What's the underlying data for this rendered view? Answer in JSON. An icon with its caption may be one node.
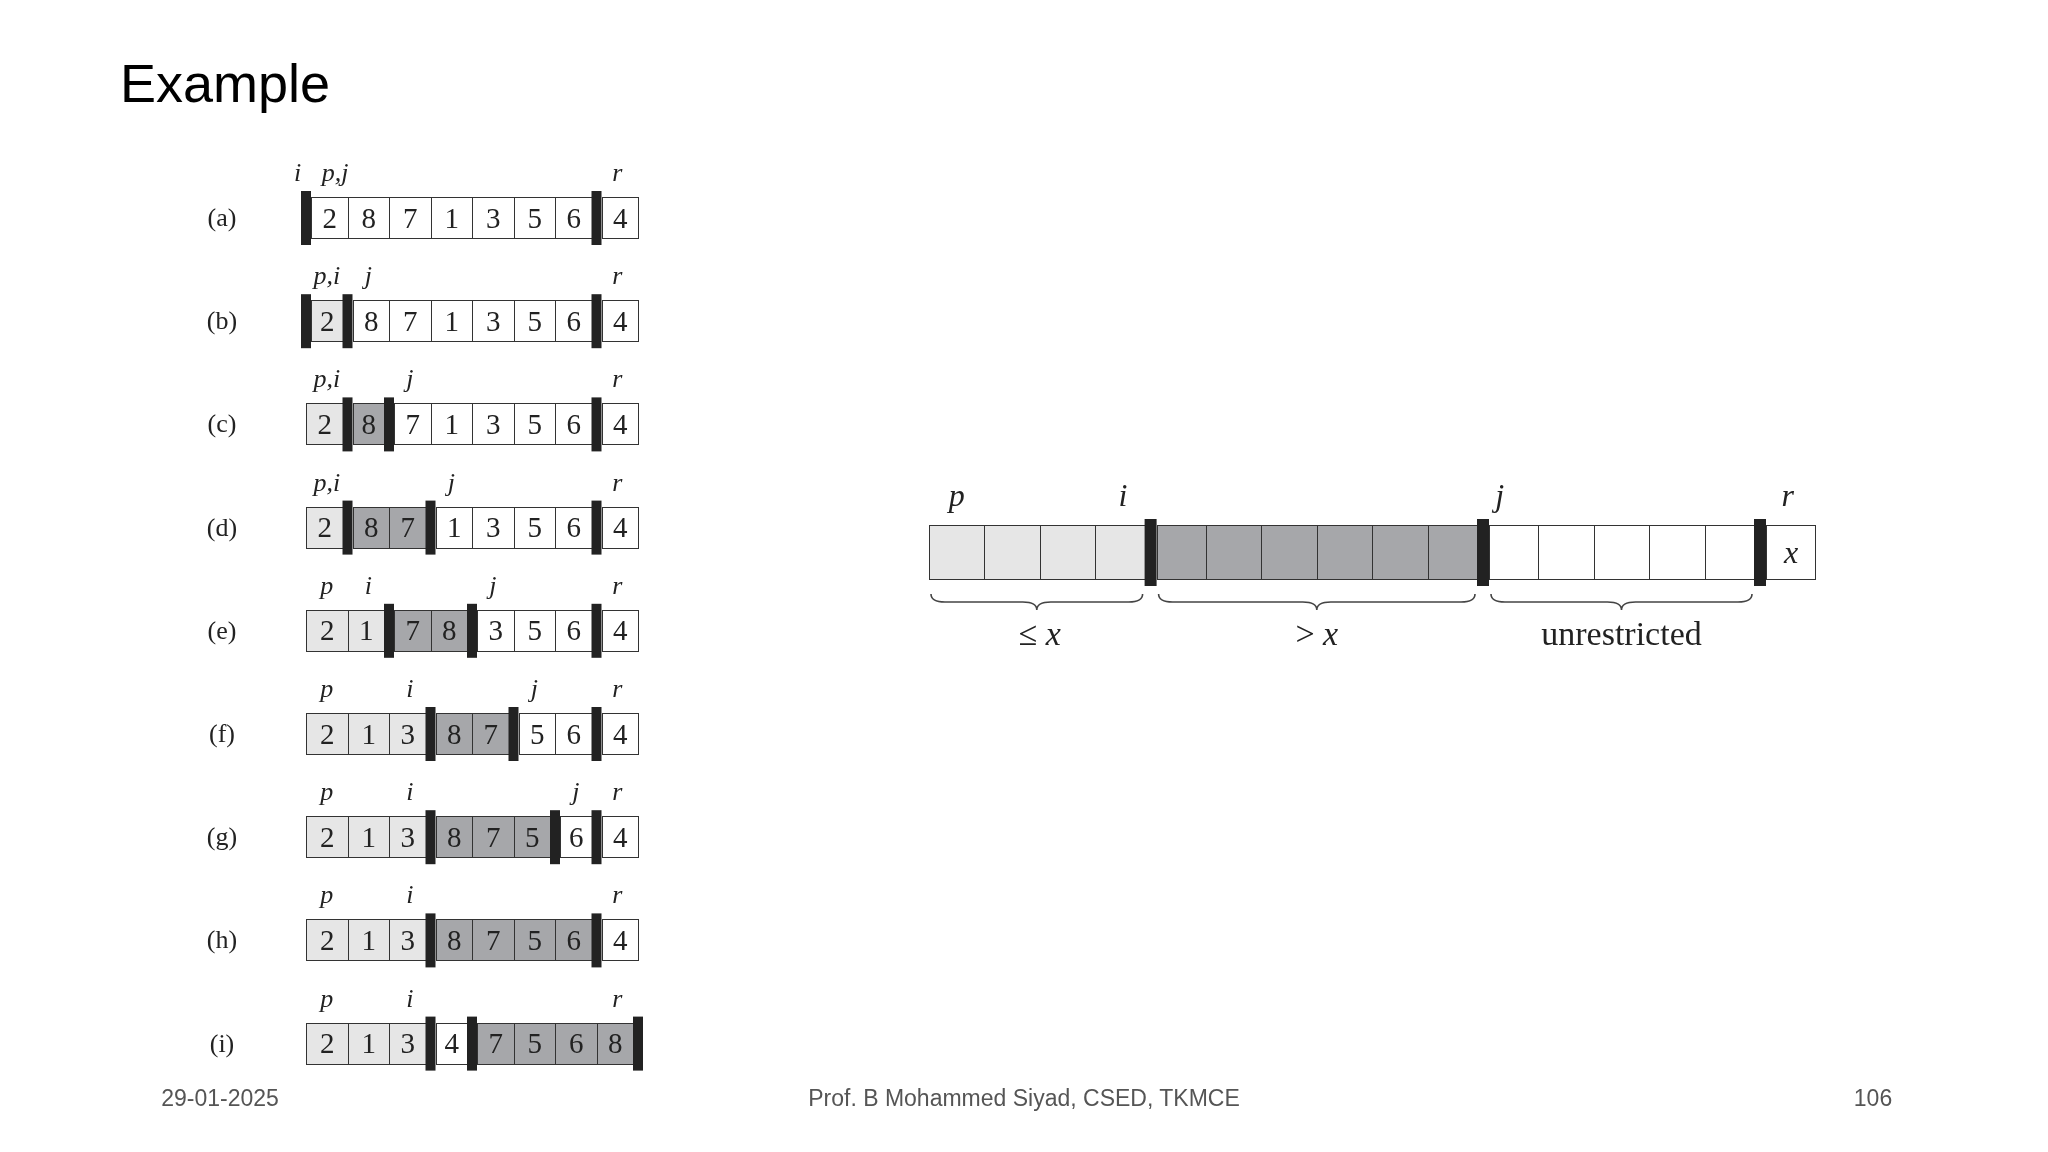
{
  "diagram": {
    "title": "Example",
    "nodes": [
      {
        "text": [
          "2"
        ]
      },
      {
        "text": [
          "8"
        ]
      },
      {
        "text": [
          "7"
        ]
      },
      {
        "text": [
          "1"
        ]
      },
      {
        "text": [
          "3"
        ]
      },
      {
        "text": [
          "5"
        ]
      },
      {
        "text": [
          "6"
        ]
      },
      {
        "text": [
          "4"
        ]
      },
      {
        "text": [
          "2"
        ]
      },
      {
        "text": [
          "8"
        ]
      },
      {
        "text": [
          "7"
        ]
      },
      {
        "text": [
          "1"
        ]
      },
      {
        "text": [
          "3"
        ]
      },
      {
        "text": [
          "5"
        ]
      },
      {
        "text": [
          "6"
        ]
      },
      {
        "text": [
          "4"
        ]
      },
      {
        "text": [
          "2"
        ]
      },
      {
        "text": [
          "8"
        ]
      },
      {
        "text": [
          "7"
        ]
      },
      {
        "text": [
          "1"
        ]
      },
      {
        "text": [
          "3"
        ]
      },
      {
        "text": [
          "5"
        ]
      },
      {
        "text": [
          "6"
        ]
      },
      {
        "text": [
          "4"
        ]
      },
      {
        "text": [
          "2"
        ]
      },
      {
        "text": [
          "8"
        ]
      },
      {
        "text": [
          "7"
        ]
      },
      {
        "text": [
          "1"
        ]
      },
      {
        "text": [
          "3"
        ]
      },
      {
        "text": [
          "5"
        ]
      },
      {
        "text": [
          "6"
        ]
      },
      {
        "text": [
          "4"
        ]
      },
      {
        "text": [
          "2"
        ]
      },
      {
        "text": [
          "1"
        ]
      },
      {
        "text": [
          "7"
        ]
      },
      {
        "text": [
          "8"
        ]
      },
      {
        "text": [
          "3"
        ]
      },
      {
        "text": [
          "5"
        ]
      },
      {
        "text": [
          "6"
        ]
      },
      {
        "text": [
          "4"
        ]
      },
      {
        "text": [
          "2"
        ]
      },
      {
        "text": [
          "1"
        ]
      },
      {
        "text": [
          "3"
        ]
      },
      {
        "text": [
          "8"
        ]
      },
      {
        "text": [
          "7"
        ]
      },
      {
        "text": [
          "5"
        ]
      },
      {
        "text": [
          "6"
        ]
      },
      {
        "text": [
          "4"
        ]
      },
      {
        "text": [
          "2"
        ]
      },
      {
        "text": [
          "1"
        ]
      },
      {
        "text": [
          "3"
        ]
      },
      {
        "text": [
          "8"
        ]
      },
      {
        "text": [
          "7"
        ]
      },
      {
        "text": [
          "5"
        ]
      },
      {
        "text": [
          "6"
        ]
      },
      {
        "text": [
          "4"
        ]
      },
      {
        "text": [
          "2"
        ]
      },
      {
        "text": [
          "1"
        ]
      },
      {
        "text": [
          "3"
        ]
      },
      {
        "text": [
          "8"
        ]
      },
      {
        "text": [
          "7"
        ]
      },
      {
        "text": [
          "5"
        ]
      },
      {
        "text": [
          "6"
        ]
      },
      {
        "text": [
          "4"
        ]
      },
      {
        "text": [
          "2"
        ]
      },
      {
        "text": [
          "1"
        ]
      },
      {
        "text": [
          "3"
        ]
      },
      {
        "text": [
          "4"
        ]
      },
      {
        "text": [
          "7"
        ]
      },
      {
        "text": [
          "5"
        ]
      },
      {
        "text": [
          "6"
        ]
      },
      {
        "text": [
          "8"
        ]
      },
      {
        "text": [],
        "shape": "box"
      },
      {
        "text": [],
        "shape": "box"
      },
      {
        "text": [],
        "shape": "box"
      },
      {
        "text": [],
        "shape": "box"
      },
      {
        "text": [],
        "shape": "box"
      },
      {
        "text": [],
        "shape": "box"
      },
      {
        "text": [],
        "shape": "box"
      },
      {
        "text": [],
        "shape": "box"
      },
      {
        "text": [],
        "shape": "box"
      },
      {
        "text": [],
        "shape": "box"
      },
      {
        "text": [],
        "shape": "box"
      },
      {
        "text": [],
        "shape": "box"
      },
      {
        "text": [],
        "shape": "box"
      },
      {
        "text": [],
        "shape": "box"
      },
      {
        "text": [],
        "shape": "box"
      },
      {
        "text": [
          "x"
        ]
      }
    ],
    "labels": [
      "i",
      "p,j",
      "r",
      "(a)",
      "p,i",
      "j",
      "r",
      "(b)",
      "p,i",
      "j",
      "r",
      "(c)",
      "p,i",
      "j",
      "r",
      "(d)",
      "p",
      "i",
      "j",
      "r",
      "(e)",
      "p",
      "i",
      "j",
      "r",
      "(f)",
      "p",
      "i",
      "j",
      "r",
      "(g)",
      "p",
      "i",
      "r",
      "(h)",
      "p",
      "i",
      "r",
      "(i)",
      "p",
      "i",
      "j",
      "r",
      "≤ *x*",
      "> *x*",
      "unrestricted",
      "29-01-2025",
      "Prof. B Mohammed Siyad, CSED, TKMCE",
      "106"
    ]
  }
}
